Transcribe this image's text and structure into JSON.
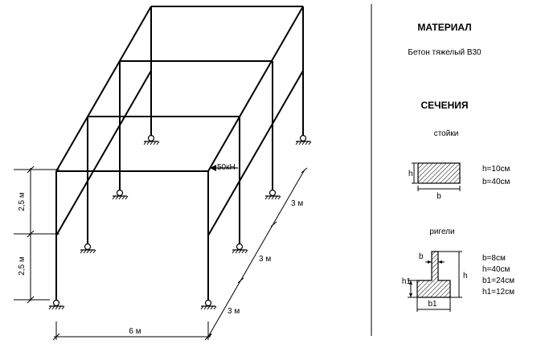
{
  "material": {
    "heading": "МАТЕРИАЛ",
    "value": "Бетон тяжелый B30"
  },
  "sections": {
    "heading": "СЕЧЕНИЯ",
    "columns": {
      "label": "стойки",
      "h_mark": "h",
      "b_mark": "b",
      "params": [
        "h=10см",
        "b=40см"
      ]
    },
    "beams": {
      "label": "ригели",
      "b_mark": "b",
      "h_mark": "h",
      "h1_mark": "h1",
      "b1_mark": "b1",
      "params": [
        "b=8см",
        "h=40см",
        "b1=24см",
        "h1=12см"
      ]
    }
  },
  "frame": {
    "load": "50кН",
    "dim_height_1": "2,5 м",
    "dim_height_2": "2,5 м",
    "dim_width": "6 м",
    "dim_depth_1": "3 м",
    "dim_depth_2": "3 м",
    "dim_depth_3": "3 м"
  }
}
